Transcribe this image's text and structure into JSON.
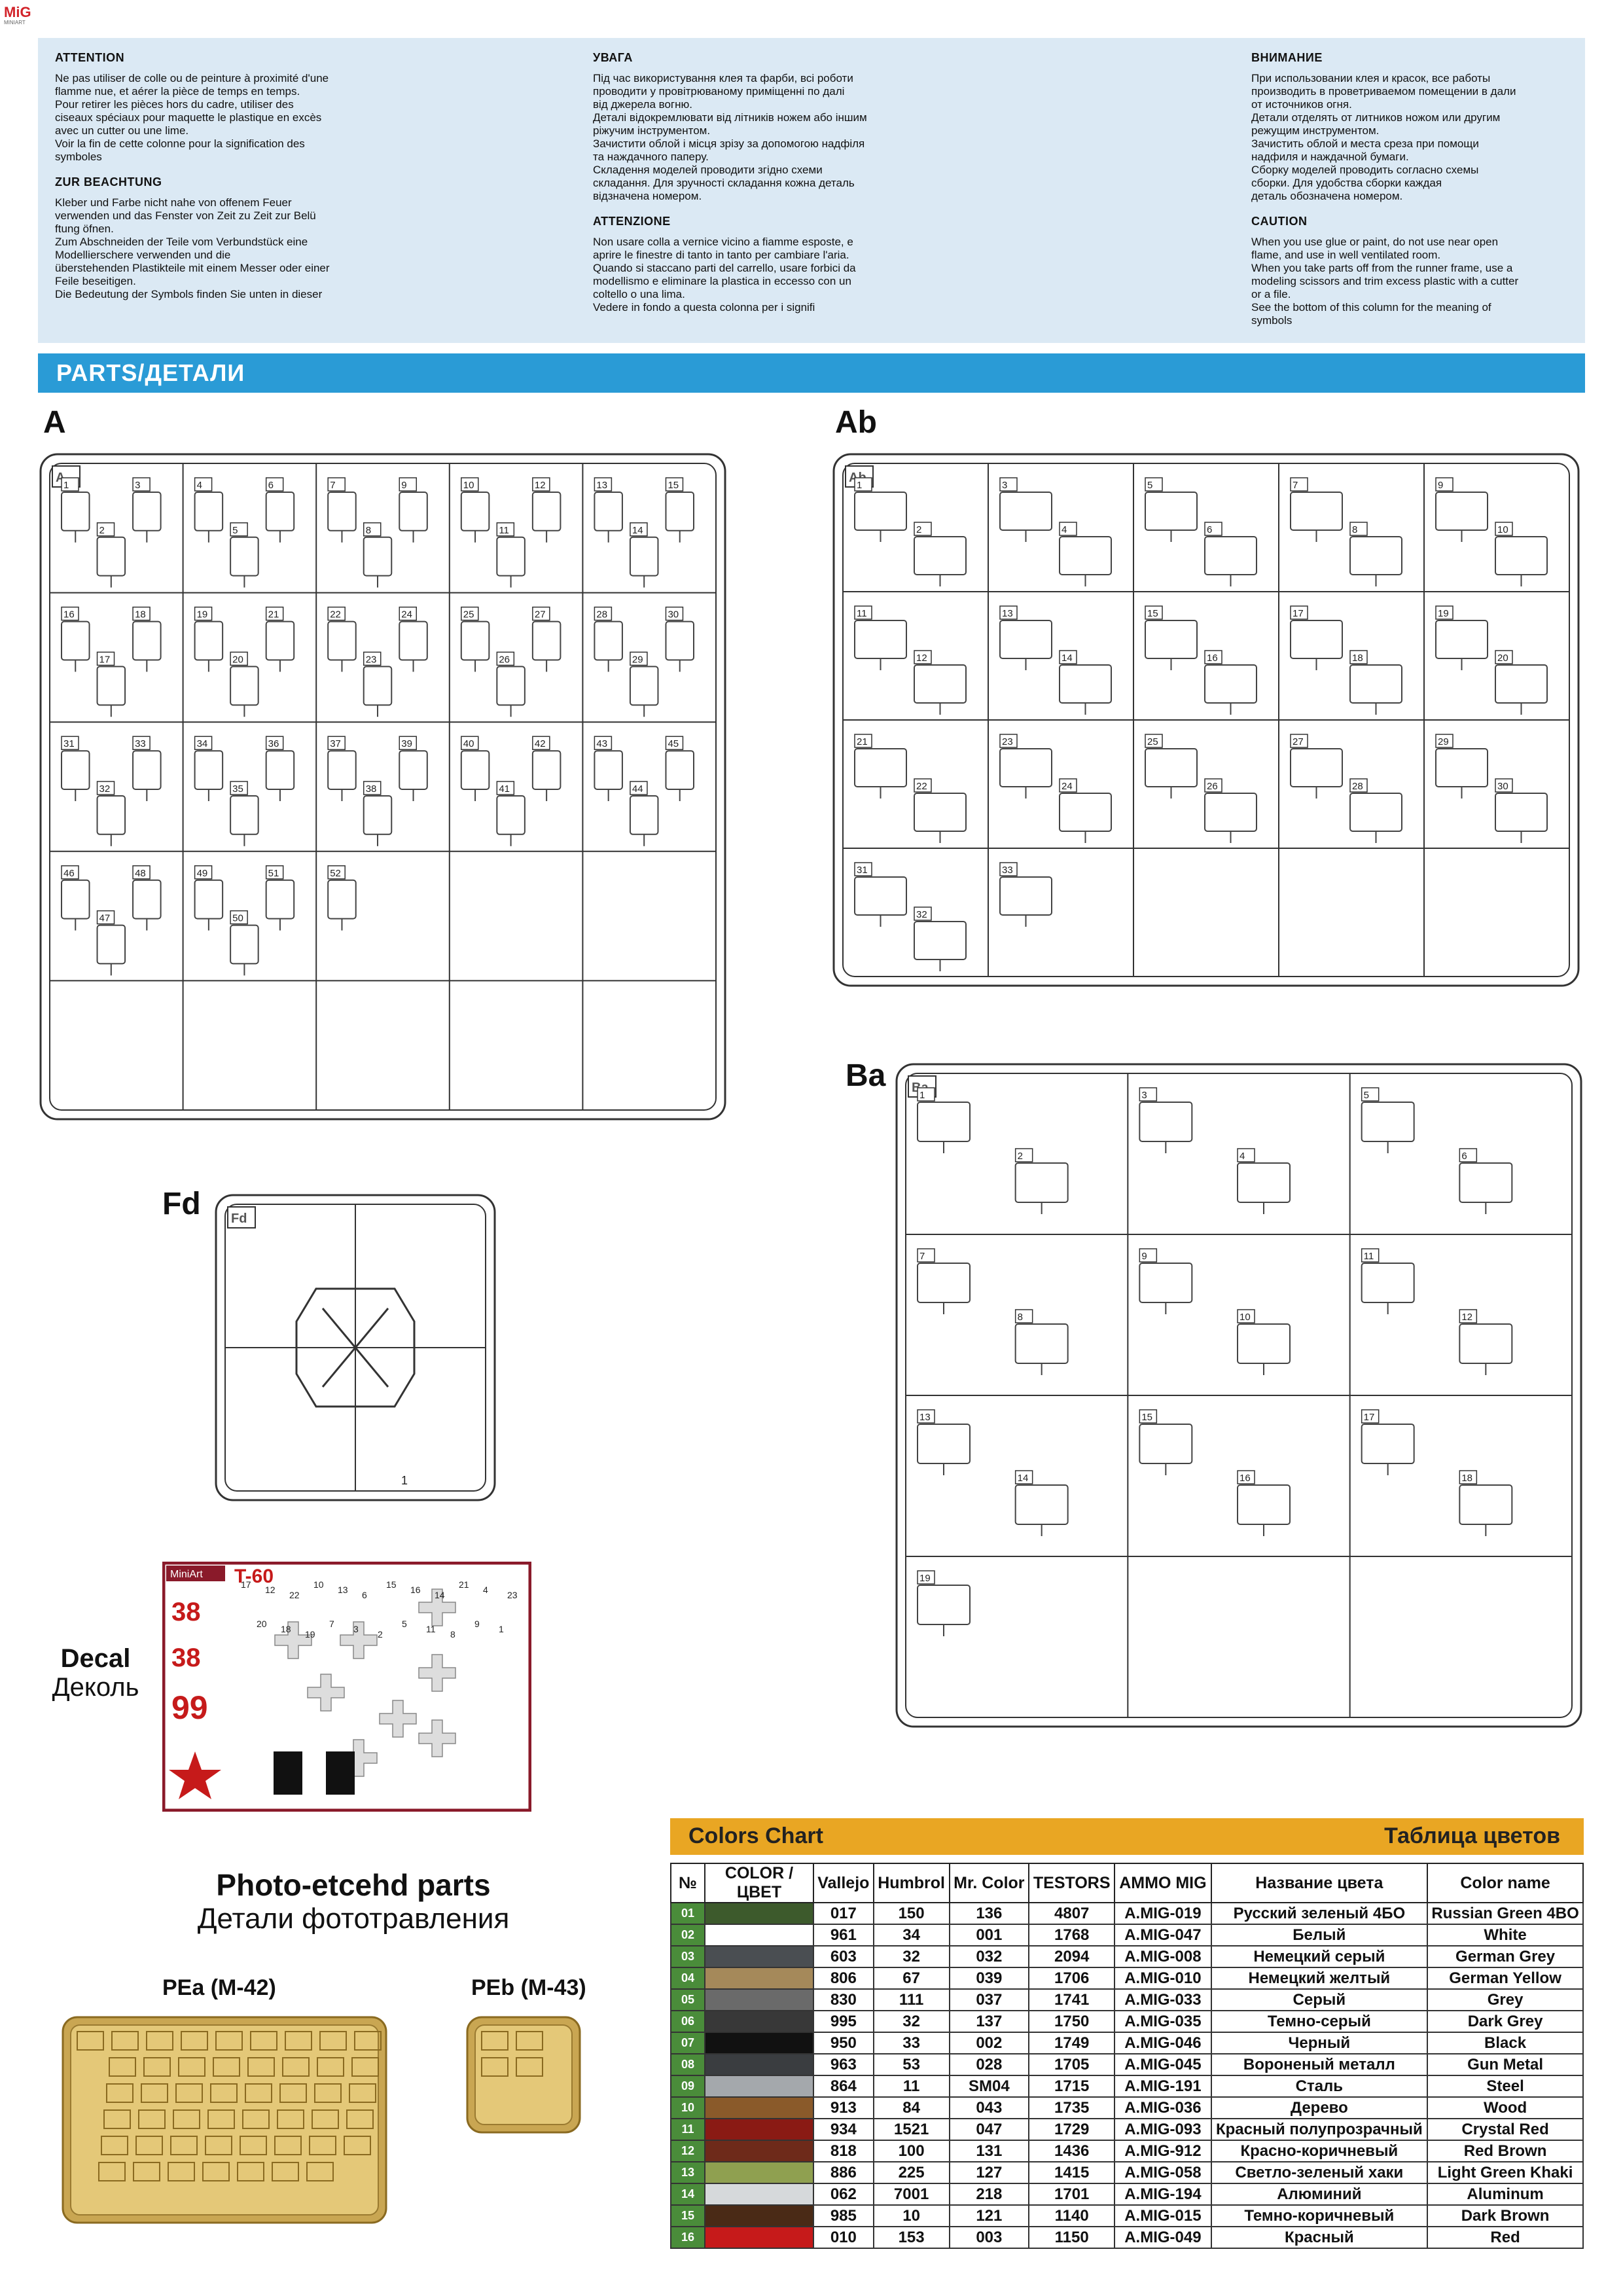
{
  "logo": {
    "brand": "MiG",
    "sub": "MINIART"
  },
  "warnings": {
    "col1": [
      {
        "title": "ATTENTION",
        "text": "Ne pas utiliser de colle ou de peinture à proximité d'une\nflamme nue, et aérer la pièce de temps en temps.\nPour retirer les pièces hors du cadre, utiliser des\nciseaux spéciaux pour maquette le plastique en excès\navec un cutter ou une lime.\nVoir la fin de cette colonne pour la signification des\nsymboles"
      },
      {
        "title": "ZUR BEACHTUNG",
        "text": "Kleber und Farbe nicht nahe von offenem Feuer\nverwenden und das Fenster von Zeit zu Zeit zur Belü\nftung öfnen.\nZum Abschneiden der Teile vom Verbundstück eine\nModellierschere verwenden und die\nüberstehenden Plastikteile mit einem Messer oder einer\nFeile beseitigen.\nDie Bedeutung der Symbols finden Sie unten in dieser"
      }
    ],
    "col2": [
      {
        "title": "УВАГА",
        "text": "Під час використування клея та фарби, всі роботи\nпроводити у провітрюваному приміщенні по далі\nвід джерела вогню.\nДеталі відокремлювати від літників ножем або іншим\nріжучим інструментом.\nЗачистити облой і місця зрізу за допомогою надфіля\nта наждачного паперу.\nСкладення моделей проводити згідно схеми\nскладання. Для зручності складання кожна деталь\nвідзначена номером."
      },
      {
        "title": "ATTENZIONE",
        "text": "Non usare colla a vernice vicino a fiamme esposte, e\naprire le finestre di tanto in tanto per cambiare l'aria.\nQuando si staccano parti del carrello, usare forbici da\nmodellismo e eliminare la plastica in eccesso con un\ncoltello o una lima.\nVedere in fondo a questa colonna per i signifi"
      }
    ],
    "col3": [
      {
        "title": "ВНИМАНИЕ",
        "text": "При использовании клея и красок, все работы\nпроизводить в проветриваемом помещении в дали\nот источников огня.\nДетали отделять от литников ножом или другим\nрежущим инструментом.\nЗачистить облой и места среза при помощи\nнадфиля и наждачной бумаги.\nСборку моделей проводить согласно схемы\nсборки. Для удобства сборки каждая\nдеталь обозначена номером."
      },
      {
        "title": "CAUTION",
        "text": "When you use glue or paint, do not use near open\nflame, and use in well ventilated room.\nWhen you take parts off from the runner frame, use a\nmodeling scissors and trim excess plastic with a cutter\nor a file.\nSee the bottom of this column for the meaning of\nsymbols"
      }
    ]
  },
  "parts_bar": "PARTS/ДЕТАЛИ",
  "frames": {
    "A": {
      "label": "A",
      "tag": "A",
      "numbers": [
        "1",
        "2",
        "3",
        "4",
        "5",
        "6",
        "7",
        "8",
        "9",
        "10",
        "11",
        "12",
        "13",
        "14",
        "15",
        "16",
        "17",
        "18",
        "19",
        "20",
        "21",
        "22",
        "23",
        "24",
        "25",
        "26",
        "27",
        "28",
        "29",
        "30",
        "31",
        "32",
        "33",
        "34",
        "35",
        "36",
        "37",
        "38",
        "39",
        "40",
        "41",
        "42",
        "43",
        "44",
        "45",
        "46",
        "47",
        "48",
        "49",
        "50",
        "51",
        "52"
      ]
    },
    "Ab": {
      "label": "Ab",
      "tag": "Ab",
      "numbers": [
        "1",
        "2",
        "3",
        "4",
        "5",
        "6",
        "7",
        "8",
        "9",
        "10",
        "11",
        "12",
        "13",
        "14",
        "15",
        "16",
        "17",
        "18",
        "19",
        "20",
        "21",
        "22",
        "23",
        "24",
        "25",
        "26",
        "27",
        "28",
        "29",
        "30",
        "31",
        "32",
        "33"
      ]
    },
    "Ba": {
      "label": "Ba",
      "tag": "Ba",
      "numbers": [
        "1",
        "2",
        "3",
        "4",
        "5",
        "6",
        "7",
        "8",
        "9",
        "10",
        "11",
        "12",
        "13",
        "14",
        "15",
        "16",
        "17",
        "18",
        "19"
      ]
    },
    "Fd": {
      "label": "Fd",
      "tag": "Fd",
      "numbers": [
        "1"
      ]
    }
  },
  "decal": {
    "label_en": "Decal",
    "label_ru": "Деколь",
    "sheet_title": "T-60",
    "brand": "MiniArt",
    "marks": [
      "38",
      "38",
      "99",
      "17",
      "12",
      "22",
      "10",
      "13",
      "6",
      "15",
      "16",
      "14",
      "21",
      "4",
      "23",
      "20",
      "18",
      "19",
      "7",
      "3",
      "2",
      "5",
      "11",
      "8",
      "9",
      "1"
    ]
  },
  "photoetch": {
    "title_en": "Photo-etcehd parts",
    "title_ru": "Детали фототравления",
    "pea": "PEa (M-42)",
    "peb": "PEb (M-43)"
  },
  "colors_chart": {
    "title_en": "Colors Chart",
    "title_ru": "Таблица цветов",
    "headers": [
      "№",
      "COLOR / ЦВЕТ",
      "Vallejo",
      "Humbrol",
      "Mr. Color",
      "TESTORS",
      "AMMO MIG",
      "Название цвета",
      "Color name"
    ],
    "rows": [
      {
        "no": "01",
        "swatch": "#3d5a2c",
        "vallejo": "017",
        "humbrol": "150",
        "mrcolor": "136",
        "testors": "4807",
        "ammo": "A.MIG-019",
        "ru": "Русский зеленый 4БО",
        "en": "Russian Green 4BO"
      },
      {
        "no": "02",
        "swatch": "#ffffff",
        "vallejo": "961",
        "humbrol": "34",
        "mrcolor": "001",
        "testors": "1768",
        "ammo": "A.MIG-047",
        "ru": "Белый",
        "en": "White"
      },
      {
        "no": "03",
        "swatch": "#4a4e52",
        "vallejo": "603",
        "humbrol": "32",
        "mrcolor": "032",
        "testors": "2094",
        "ammo": "A.MIG-008",
        "ru": "Немецкий серый",
        "en": "German Grey"
      },
      {
        "no": "04",
        "swatch": "#a5895a",
        "vallejo": "806",
        "humbrol": "67",
        "mrcolor": "039",
        "testors": "1706",
        "ammo": "A.MIG-010",
        "ru": "Немецкий желтый",
        "en": "German Yellow"
      },
      {
        "no": "05",
        "swatch": "#6a6a6a",
        "vallejo": "830",
        "humbrol": "111",
        "mrcolor": "037",
        "testors": "1741",
        "ammo": "A.MIG-033",
        "ru": "Серый",
        "en": "Grey"
      },
      {
        "no": "06",
        "swatch": "#383838",
        "vallejo": "995",
        "humbrol": "32",
        "mrcolor": "137",
        "testors": "1750",
        "ammo": "A.MIG-035",
        "ru": "Темно-серый",
        "en": "Dark Grey"
      },
      {
        "no": "07",
        "swatch": "#111111",
        "vallejo": "950",
        "humbrol": "33",
        "mrcolor": "002",
        "testors": "1749",
        "ammo": "A.MIG-046",
        "ru": "Черный",
        "en": "Black"
      },
      {
        "no": "08",
        "swatch": "#3a3d40",
        "vallejo": "963",
        "humbrol": "53",
        "mrcolor": "028",
        "testors": "1705",
        "ammo": "A.MIG-045",
        "ru": "Вороненый металл",
        "en": "Gun Metal"
      },
      {
        "no": "09",
        "swatch": "#a4a8ac",
        "vallejo": "864",
        "humbrol": "11",
        "mrcolor": "SM04",
        "testors": "1715",
        "ammo": "A.MIG-191",
        "ru": "Сталь",
        "en": "Steel"
      },
      {
        "no": "10",
        "swatch": "#8a5a2a",
        "vallejo": "913",
        "humbrol": "84",
        "mrcolor": "043",
        "testors": "1735",
        "ammo": "A.MIG-036",
        "ru": "Дерево",
        "en": "Wood"
      },
      {
        "no": "11",
        "swatch": "#8a1a14",
        "vallejo": "934",
        "humbrol": "1521",
        "mrcolor": "047",
        "testors": "1729",
        "ammo": "A.MIG-093",
        "ru": "Красный полупрозрачный",
        "en": "Crystal Red"
      },
      {
        "no": "12",
        "swatch": "#6e2a1a",
        "vallejo": "818",
        "humbrol": "100",
        "mrcolor": "131",
        "testors": "1436",
        "ammo": "A.MIG-912",
        "ru": "Красно-коричневый",
        "en": "Red Brown"
      },
      {
        "no": "13",
        "swatch": "#8fa050",
        "vallejo": "886",
        "humbrol": "225",
        "mrcolor": "127",
        "testors": "1415",
        "ammo": "A.MIG-058",
        "ru": "Светло-зеленый хаки",
        "en": "Light Green Khaki"
      },
      {
        "no": "14",
        "swatch": "#d6d9db",
        "vallejo": "062",
        "humbrol": "7001",
        "mrcolor": "218",
        "testors": "1701",
        "ammo": "A.MIG-194",
        "ru": "Алюминий",
        "en": "Aluminum"
      },
      {
        "no": "15",
        "swatch": "#4a2a16",
        "vallejo": "985",
        "humbrol": "10",
        "mrcolor": "121",
        "testors": "1140",
        "ammo": "A.MIG-015",
        "ru": "Темно-коричневый",
        "en": "Dark Brown"
      },
      {
        "no": "16",
        "swatch": "#c61a1a",
        "vallejo": "010",
        "humbrol": "153",
        "mrcolor": "003",
        "testors": "1150",
        "ammo": "A.MIG-049",
        "ru": "Красный",
        "en": "Red"
      }
    ]
  }
}
